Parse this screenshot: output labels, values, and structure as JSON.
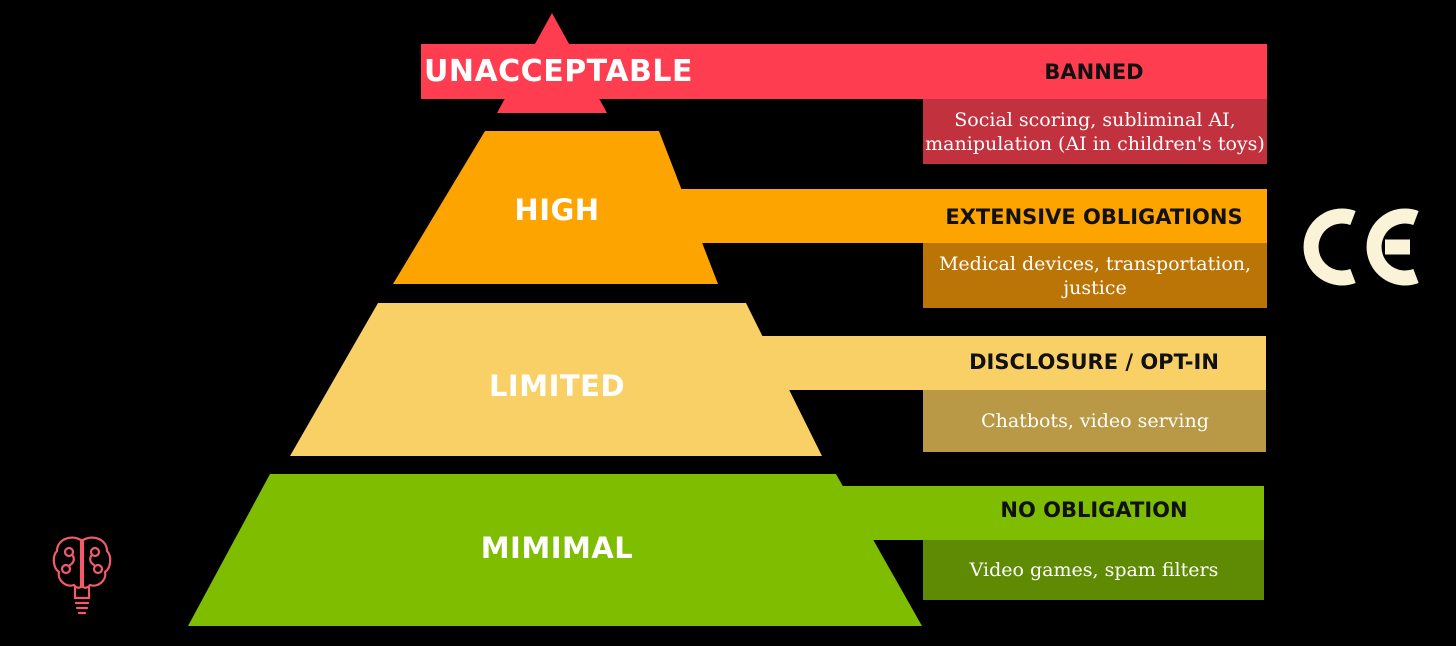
{
  "tiers": [
    {
      "key": "unacceptable",
      "name": "UNACCEPTABLE",
      "obligation": "BANNED",
      "examples": "Social scoring, subliminal AI, manipulation (AI in children's toys)",
      "color": "#fe3e50",
      "detail_color": "#c1323e"
    },
    {
      "key": "high",
      "name": "HIGH",
      "obligation": "EXTENSIVE OBLIGATIONS",
      "examples": "Medical devices, transportation, justice",
      "color": "#fea400",
      "detail_color": "#bb7406"
    },
    {
      "key": "limited",
      "name": "LIMITED",
      "obligation": "DISCLOSURE / OPT-IN",
      "examples": "Chatbots, video serving",
      "color": "#f9d066",
      "detail_color": "#b99945"
    },
    {
      "key": "minimal",
      "name": "MIMIMAL",
      "obligation": "NO OBLIGATION",
      "examples": "Video games, spam filters",
      "color": "#7fbd00",
      "detail_color": "#5e8b03"
    }
  ],
  "ce_mark": {
    "icon": "ce-mark-icon",
    "color": "#fbf3d8"
  },
  "logo": {
    "icon": "brain-lightbulb-icon",
    "color": "#f25c6a"
  }
}
